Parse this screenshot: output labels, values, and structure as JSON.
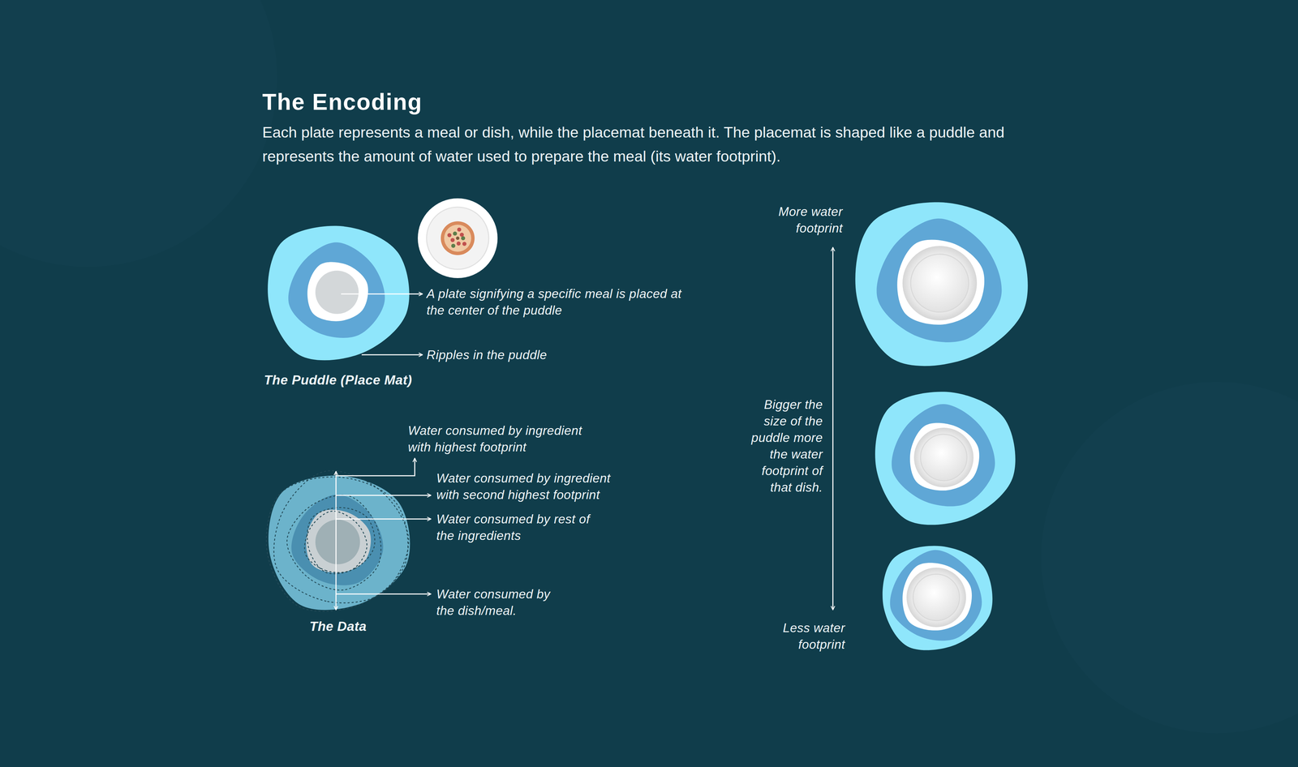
{
  "diagram": {
    "title": "The Encoding",
    "labels": [
      "Each plate represents a meal or dish, while the placemat beneath it. The placemat is shaped like a puddle and represents the amount of water used to prepare the meal (its water footprint).",
      "A plate signifying a specific meal is placed at the center of the puddle",
      "Ripples in the puddle",
      "The Puddle (Place Mat)",
      "Water consumed by ingredient with highest footprint",
      "Water consumed by ingredient with second highest footprint",
      "Water consumed by rest of the ingredients",
      "Water consumed by the dish/meal.",
      "The Data",
      "More water footprint",
      "Bigger the size of the puddle more the water footprint of that dish.",
      "Less water footprint"
    ]
  }
}
